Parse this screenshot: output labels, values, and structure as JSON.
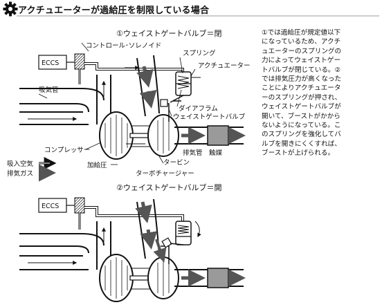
{
  "header": {
    "title": "アクチュエーターが過給圧を制限している場合"
  },
  "diagram1": {
    "title": "①ウェイストゲートバルブ＝閉",
    "labels": {
      "eccs": "ECCS",
      "control_solenoid": "コントロール･ソレノイド",
      "spring": "スプリング",
      "actuator": "アクチュエーター",
      "intake_pipe": "吸気管",
      "diaphragm": "ダイアフラム",
      "wastegate_valve": "ウェイストゲートバルブ",
      "compressor": "コンプレッサー",
      "exhaust_pipe": "排気管",
      "catalyst": "触媒",
      "intake_air": "吸入空気",
      "exhaust_gas": "排気ガス",
      "boost_pressure": "加給圧",
      "turbine": "タービン",
      "turbocharger": "ターボチャージャー"
    }
  },
  "diagram2": {
    "title": "②ウェイストゲートバルブ＝開",
    "labels": {
      "eccs": "ECCS"
    }
  },
  "description": [
    "①では過給圧が規定値以下",
    "になっているため、アクチ",
    "ュエーターのスプリングの",
    "力によってウェイストゲー",
    "トバルブが閉じている。②",
    "では排気圧力が高くなった",
    "ことによりアクチュエータ",
    "ーのスプリングが押され、",
    "ウェイストゲートバルブが",
    "開いて、ブーストがかから",
    "ないようになっている。こ",
    "のスプリングを強化してバ",
    "ルブを開きにくくすれば、",
    "ブーストが上げられる。"
  ],
  "colors": {
    "catalyst_fill": "#9a9a9a",
    "header_line": "#999999",
    "exhaust_arrow": "#555555"
  }
}
